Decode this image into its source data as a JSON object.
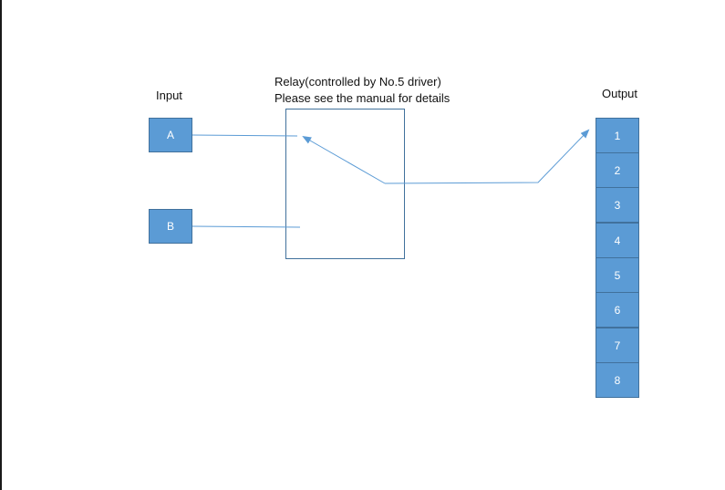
{
  "labels": {
    "input": "Input",
    "output": "Output",
    "relay_line1": "Relay(controlled by No.5 driver)",
    "relay_line2": "Please see the manual for details"
  },
  "inputs": [
    "A",
    "B"
  ],
  "outputs": [
    "1",
    "2",
    "3",
    "4",
    "5",
    "6",
    "7",
    "8"
  ],
  "colors": {
    "box_fill": "#5b9bd5",
    "box_border": "#41719c",
    "wire": "#5b9bd5"
  }
}
